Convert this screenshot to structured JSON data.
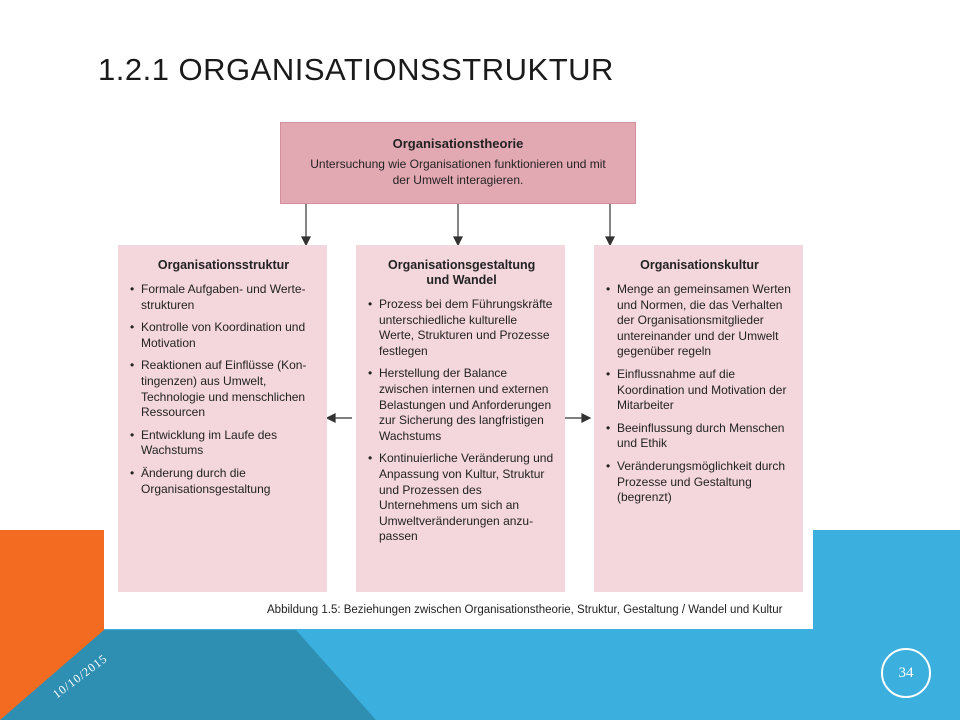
{
  "slide": {
    "title": "1.2.1 ORGANISATIONSSTRUKTUR",
    "date": "10/10/2015",
    "page_number": "34"
  },
  "theme": {
    "accent_orange": "#f26b20",
    "accent_blue": "#3bb0de",
    "accent_teal": "#2f8fb3",
    "top_box_fill": "#e3a9b3",
    "column_fill": "#f4d7dc"
  },
  "diagram": {
    "top": {
      "title": "Organisationstheorie",
      "description": "Untersuchung wie Organisationen funktionieren und mit der Umwelt interagieren."
    },
    "columns": [
      {
        "title": "Organisationsstruktur",
        "items": [
          "Formale Aufgaben- und Werte-strukturen",
          "Kontrolle von Koordination und Motivation",
          "Reaktionen auf Einflüsse (Kon-tingenzen) aus Umwelt, Technologie und menschlichen Ressourcen",
          "Entwicklung im Laufe des Wachstums",
          "Änderung durch die Organisationsgestaltung"
        ]
      },
      {
        "title": "Organisationsgestaltung und Wandel",
        "items": [
          "Prozess bei dem Führungskräfte unterschiedliche kulturelle Werte, Strukturen und Prozesse festlegen",
          "Herstellung der Balance zwischen internen und externen Belastungen und Anforderungen zur Sicherung des langfristigen Wachstums",
          "Kontinuierliche Veränderung und Anpassung von Kultur, Struktur und Prozessen des Unternehmens um sich an Umweltveränderungen anzu-passen"
        ]
      },
      {
        "title": "Organisationskultur",
        "items": [
          "Menge an gemeinsamen Werten und Normen, die das Verhalten der Organisationsmitglieder untereinander und der Umwelt gegenüber regeln",
          "Einflussnahme auf die Koordination und Motivation der Mitarbeiter",
          "Beeinflussung durch Menschen und Ethik",
          "Veränderungsmöglichkeit durch Prozesse und Gestaltung (begrenzt)"
        ]
      }
    ],
    "caption": "Abbildung 1.5: Beziehungen zwischen Organisationstheorie, Struktur, Gestaltung / Wandel und Kultur"
  }
}
